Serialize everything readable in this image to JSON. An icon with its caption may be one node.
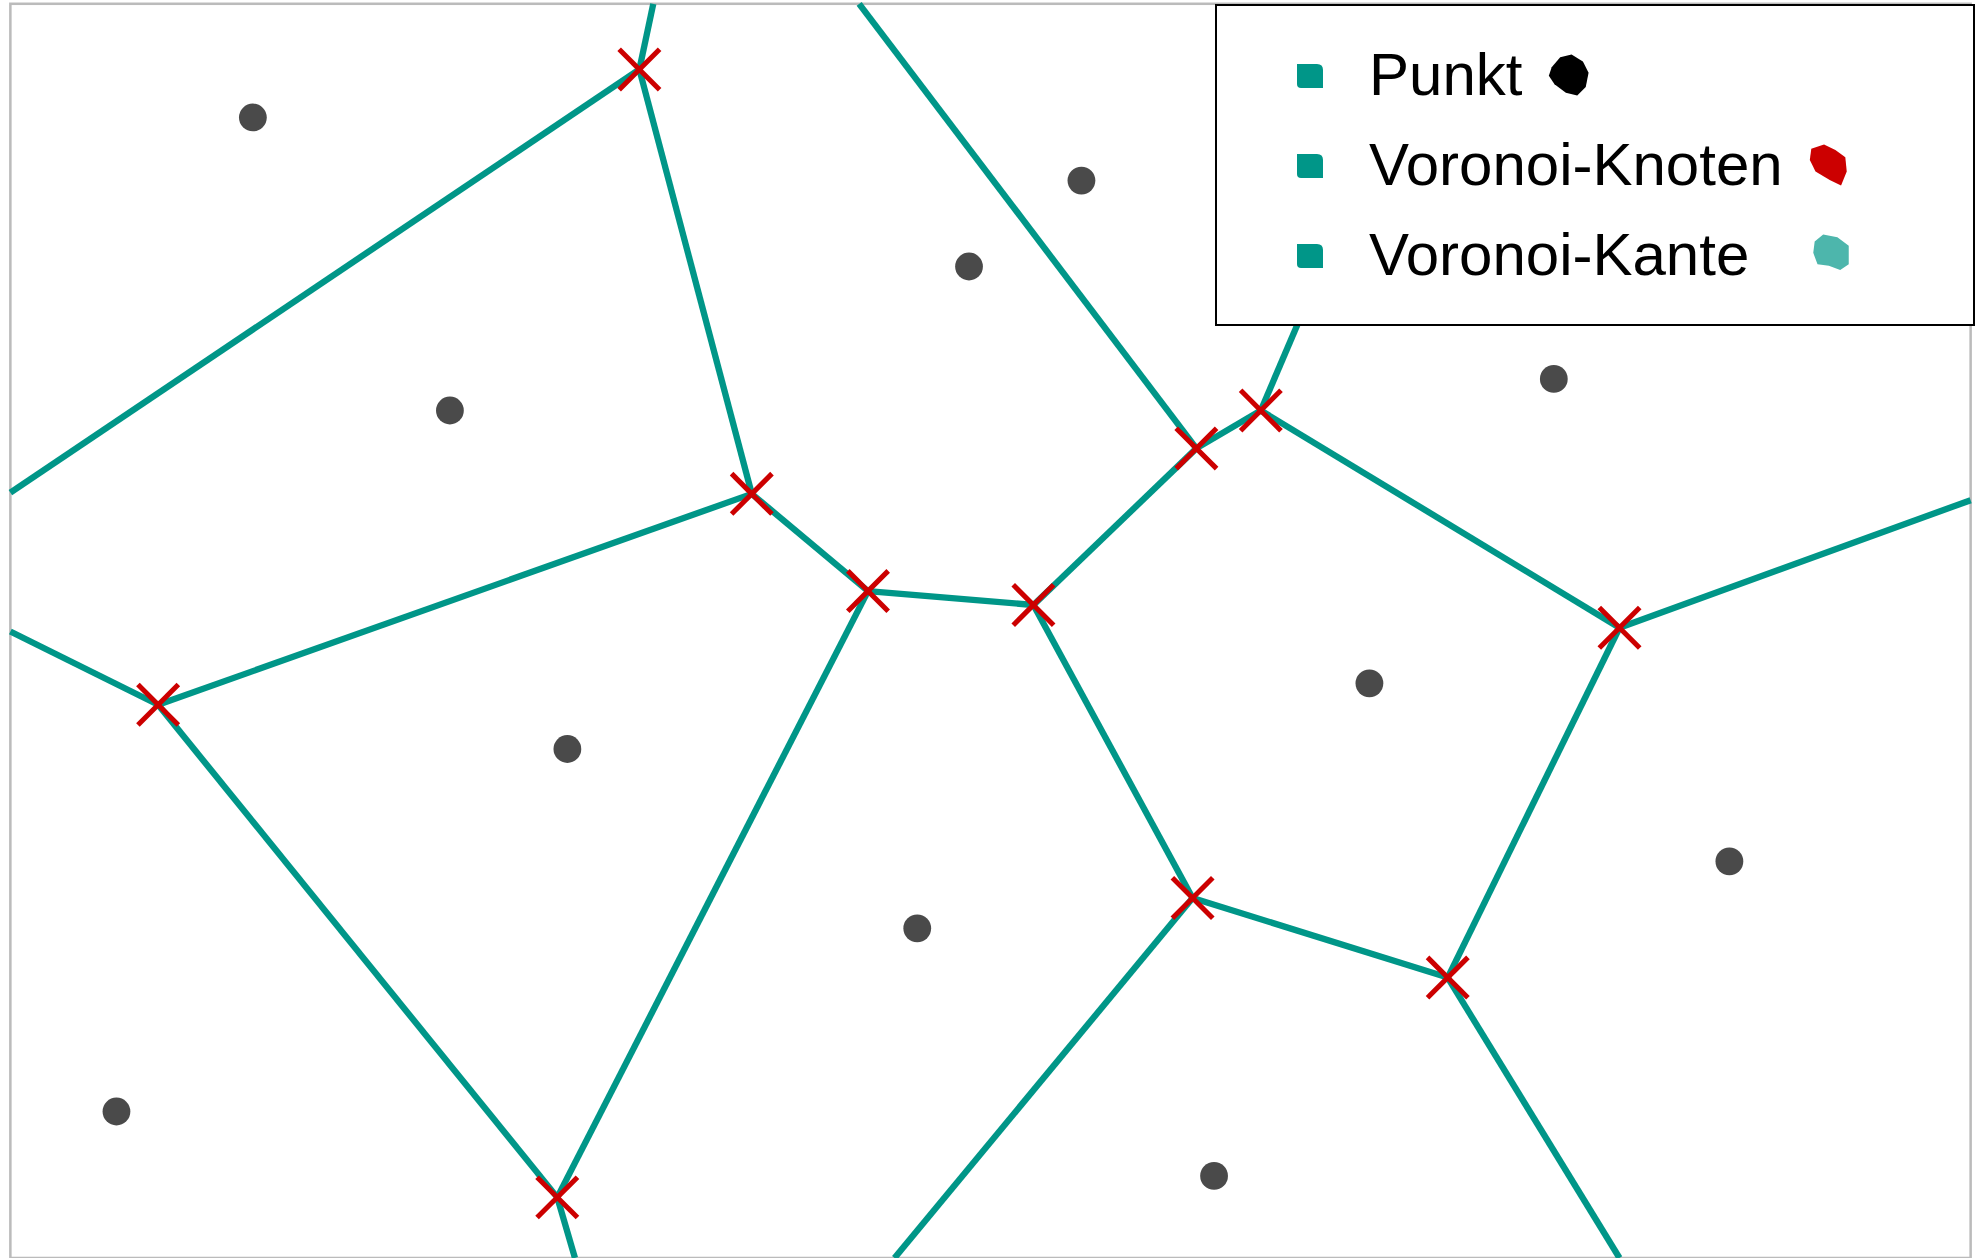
{
  "diagram": {
    "legend": [
      {
        "text": "Punkt",
        "color": "#000000"
      },
      {
        "text": "Voronoi-Knoten",
        "color": "#cc0000"
      },
      {
        "text": "Voronoi-Kante",
        "color": "#4db6ac"
      }
    ]
  }
}
